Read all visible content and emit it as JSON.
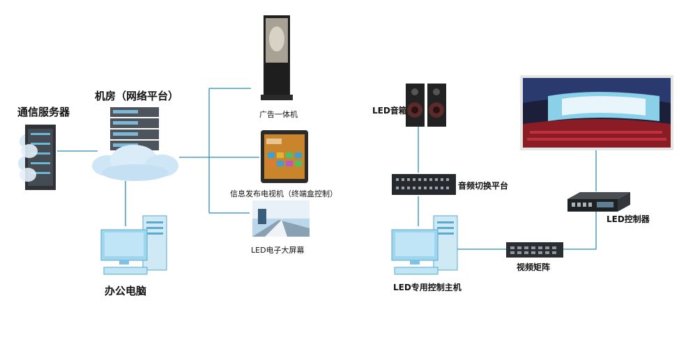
{
  "colors": {
    "line": "#2b8db3",
    "cloud": "#cfe6f6",
    "server": "#3a3f45",
    "pc": "#8ccbe8"
  },
  "left": {
    "data_server": {
      "label": "通信服务器",
      "icon": "server-rack-icon"
    },
    "machine_room": {
      "label": "机房（网络平台）",
      "icon": "server-stack-icon"
    },
    "office_pc": {
      "label": "办公电脑",
      "icon": "desktop-pc-icon"
    },
    "ad_kiosk": {
      "label": "广告一体机",
      "icon": "kiosk-icon"
    },
    "info_tv": {
      "label": "信息发布电视机（终端盒控制）",
      "icon": "tv-icon"
    },
    "led_screen": {
      "label": "LED电子大屏幕",
      "icon": "led-screen-icon"
    }
  },
  "right": {
    "speakers": {
      "label": "LED音箱",
      "icon": "speakers-icon"
    },
    "audio_switch": {
      "label": "音频切换平台",
      "icon": "audio-switcher-icon"
    },
    "host": {
      "label": "LED专用控制主机",
      "icon": "desktop-pc-icon"
    },
    "video_matrix": {
      "label": "视频矩阵",
      "icon": "video-matrix-icon"
    },
    "controller": {
      "label": "LED控制器",
      "icon": "led-controller-icon"
    },
    "big_screen": {
      "icon": "cinema-screen-icon"
    }
  }
}
